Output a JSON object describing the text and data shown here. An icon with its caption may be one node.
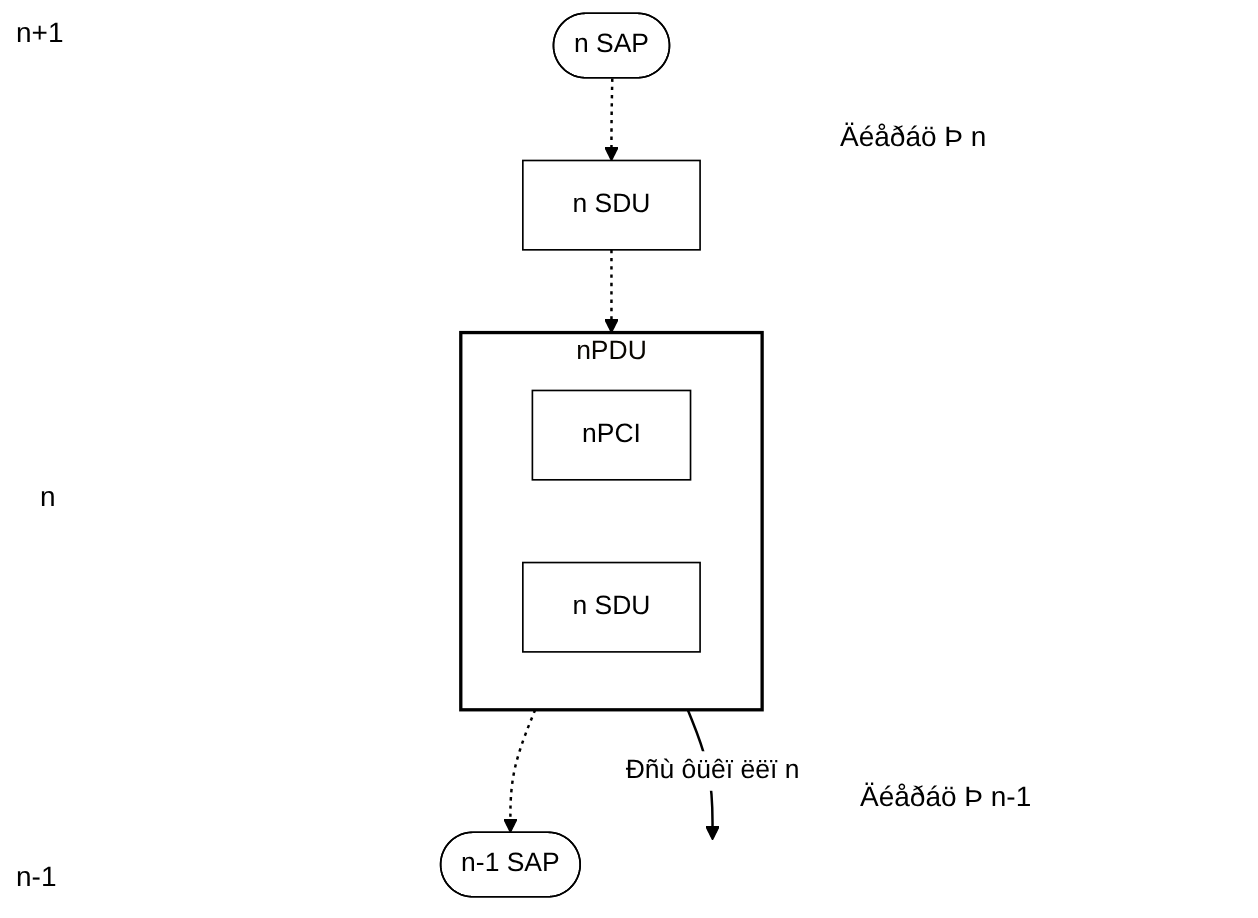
{
  "diagram": {
    "nodes": [
      {
        "text": [
          "n SAP"
        ]
      },
      {
        "text": [
          "n SDU"
        ]
      },
      {
        "text": [],
        "shape": "box",
        "beside": [
          "nPDU"
        ]
      },
      {
        "text": [
          "nPCI"
        ],
        "in": 2
      },
      {
        "text": [
          "n SDU"
        ],
        "in": 2
      },
      {
        "text": [
          "n-1 SAP"
        ]
      }
    ],
    "edges": [
      {
        "from": 0,
        "to": 1,
        "arrow": "to",
        "style": "dashed"
      },
      {
        "from": 1,
        "to": 2,
        "arrow": "to",
        "style": "dashed"
      },
      {
        "from": 2,
        "to": 5,
        "arrow": "to",
        "style": "dashed"
      },
      {
        "from": 2,
        "to": null,
        "arrow": "to",
        "label": "Ðñù ôüêï ëëï n"
      }
    ],
    "labels": [
      "n+1",
      "Äéåðáö Þ n",
      "n",
      "n-1",
      "Äéåðáö Þ n-1"
    ]
  }
}
